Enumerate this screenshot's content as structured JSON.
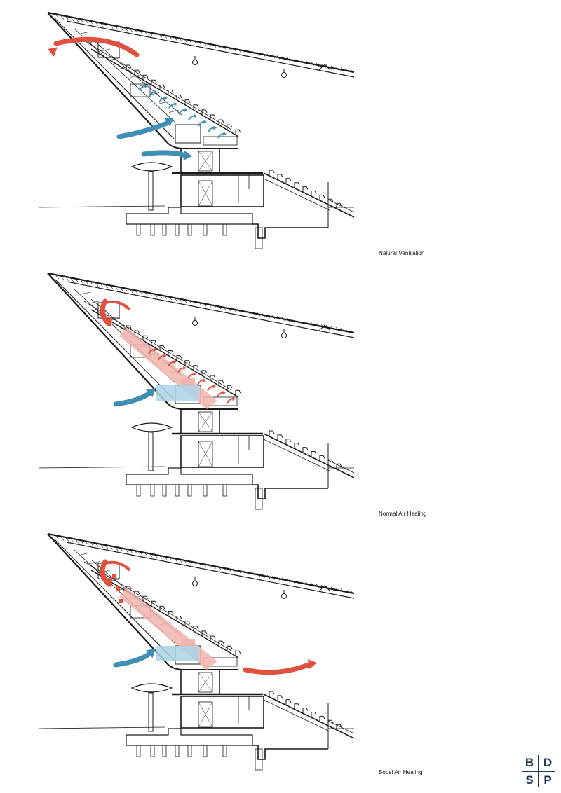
{
  "panels": [
    {
      "id": "natural",
      "caption": "Nalural Venlilalion",
      "mode": "natural",
      "flows": {
        "exhaust_color": "#e2503f",
        "supply_color": "#3f8fb5"
      }
    },
    {
      "id": "normal",
      "caption": "Normal Air Healing",
      "mode": "normal",
      "flows": {
        "exhaust_color": "#e2503f",
        "supply_color": "#3f8fb5",
        "duct_red": "#f2b3ad",
        "duct_blue": "#a9d3e6"
      }
    },
    {
      "id": "boost",
      "caption": "Boosl Air Healing",
      "mode": "boost",
      "flows": {
        "exhaust_color": "#e2503f",
        "supply_color": "#3f8fb5",
        "duct_red": "#f2b3ad",
        "duct_blue": "#a9d3e6"
      }
    }
  ],
  "logo": {
    "letters": [
      "B",
      "D",
      "S",
      "P"
    ],
    "color": "#23375a"
  }
}
